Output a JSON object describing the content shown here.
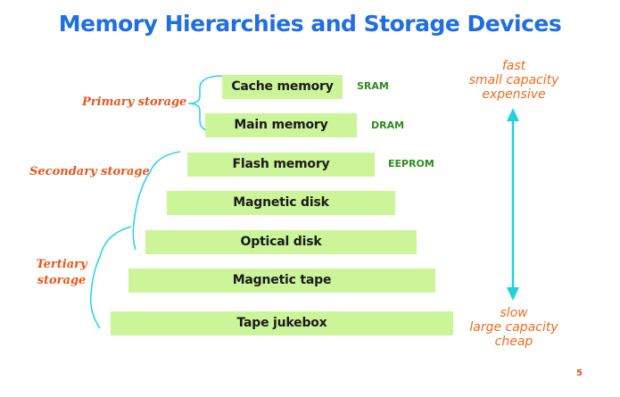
{
  "title": "Memory Hierarchies and Storage Devices",
  "levels": [
    {
      "label": "Cache memory",
      "tech": "SRAM"
    },
    {
      "label": "Main memory",
      "tech": "DRAM"
    },
    {
      "label": "Flash memory",
      "tech": "EEPROM"
    },
    {
      "label": "Magnetic disk",
      "tech": ""
    },
    {
      "label": "Optical disk",
      "tech": ""
    },
    {
      "label": "Magnetic tape",
      "tech": ""
    },
    {
      "label": "Tape jukebox",
      "tech": ""
    }
  ],
  "categories": {
    "primary": "Primary storage",
    "secondary": "Secondary storage",
    "tertiary_line1": "Tertiary",
    "tertiary_line2": "storage"
  },
  "top_note": {
    "line1": "fast",
    "line2": "small capacity",
    "line3": "expensive"
  },
  "bottom_note": {
    "line1": "slow",
    "line2": "large capacity",
    "line3": "cheap"
  },
  "page_number": "5",
  "colors": {
    "title": "#1f6fe0",
    "bar_fill": "#ccf59a",
    "tech_text": "#2e8b1e",
    "category_text": "#e8561a",
    "brace": "#33d1ee",
    "arrow": "#1fd3d8",
    "note_text": "#f26a1b",
    "page_number": "#e8561a"
  }
}
